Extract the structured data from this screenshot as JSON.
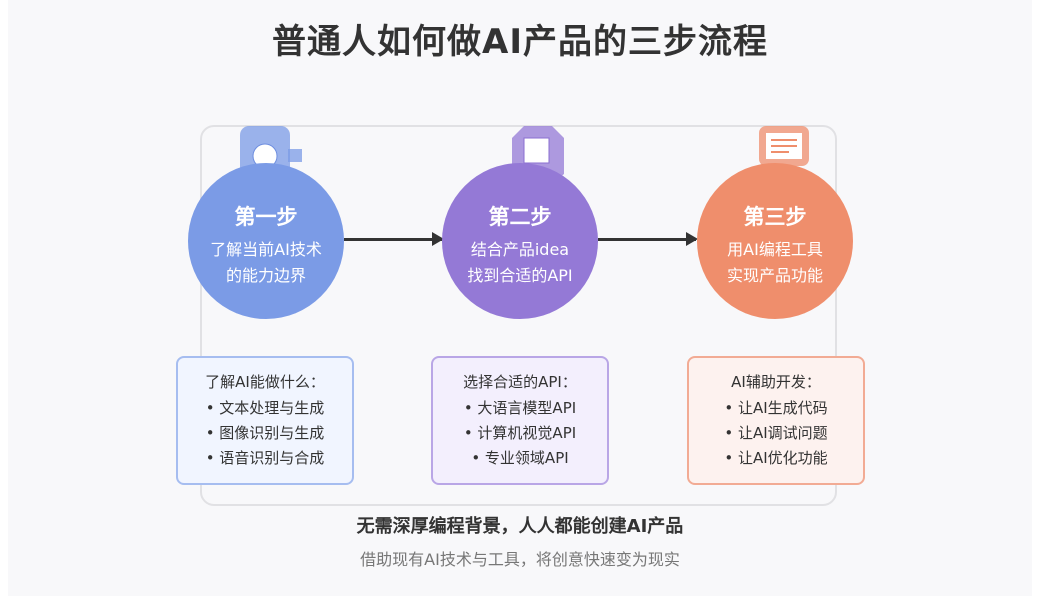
{
  "title": "普通人如何做AI产品的三步流程",
  "colors": {
    "step1": "#7b9be6",
    "step2": "#9479d6",
    "step3": "#ef8e6c",
    "arrow": "#333333",
    "border": "#e1e1e4",
    "background": "#f8f8fa"
  },
  "steps": [
    {
      "label": "第一步",
      "lines": [
        "了解当前AI技术",
        "的能力边界"
      ],
      "icon": "camera-icon",
      "card": {
        "heading": "了解AI能做什么：",
        "items": [
          "• 文本处理与生成",
          "• 图像识别与生成",
          "• 语音识别与合成"
        ]
      }
    },
    {
      "label": "第二步",
      "lines": [
        "结合产品idea",
        "找到合适的API"
      ],
      "icon": "octagon-square-icon",
      "card": {
        "heading": "选择合适的API：",
        "items": [
          "• 大语言模型API",
          "• 计算机视觉API",
          "• 专业领域API"
        ]
      }
    },
    {
      "label": "第三步",
      "lines": [
        "用AI编程工具",
        "实现产品功能"
      ],
      "icon": "document-lines-icon",
      "card": {
        "heading": "AI辅助开发：",
        "items": [
          "• 让AI生成代码",
          "• 让AI调试问题",
          "• 让AI优化功能"
        ]
      }
    }
  ],
  "footer": {
    "main": "无需深厚编程背景，人人都能创建AI产品",
    "sub": "借助现有AI技术与工具，将创意快速变为现实"
  }
}
